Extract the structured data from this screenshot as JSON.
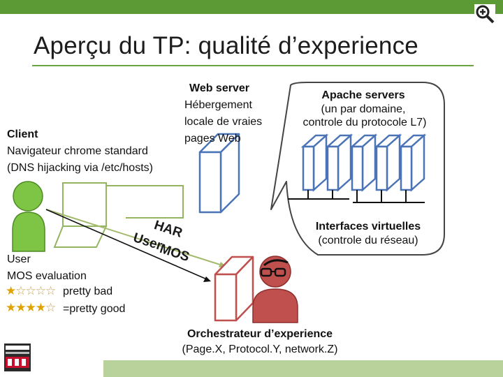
{
  "slide": {
    "title": "Aperçu du TP: qualité d’experience"
  },
  "client": {
    "heading": "Client",
    "line1": "Navigateur chrome standard",
    "line2": "(DNS hijacking via /etc/hosts)"
  },
  "web_server": {
    "heading": "Web server",
    "line1": "Hébergement",
    "line2": "locale de vraies",
    "line3": "pages Web"
  },
  "apache": {
    "heading": "Apache servers",
    "line1": "(un par domaine,",
    "line2": "controle du protocole L7)"
  },
  "interfaces": {
    "heading": "Interfaces virtuelles",
    "line1": "(controle du réseau)"
  },
  "user": {
    "heading": "User",
    "line1": "MOS evaluation",
    "bad_label": "pretty bad",
    "good_label": "=pretty good",
    "bad_stars": 1,
    "good_stars": 4,
    "max_stars": 5
  },
  "arrow_labels": {
    "har": "HAR",
    "user": "User",
    "mos": "MOS"
  },
  "orchestrator": {
    "heading": "Orchestrateur d’experience",
    "line1": "(Page.X, Protocol.Y, network.Z)"
  },
  "colors": {
    "accent_green": "#5c9a35",
    "box_blue": "#4a74b6",
    "box_red": "#c0504d",
    "screen_green": "#93b562",
    "client_person": "#7ec445",
    "orchestrator_person": "#c0504d",
    "star": "#e0a200"
  },
  "icons": {
    "zoom": "magnifier-plus-icon",
    "client": "person-icon",
    "orchestrator": "person-with-glasses-icon",
    "logo": "telecom-paristech-logo"
  }
}
